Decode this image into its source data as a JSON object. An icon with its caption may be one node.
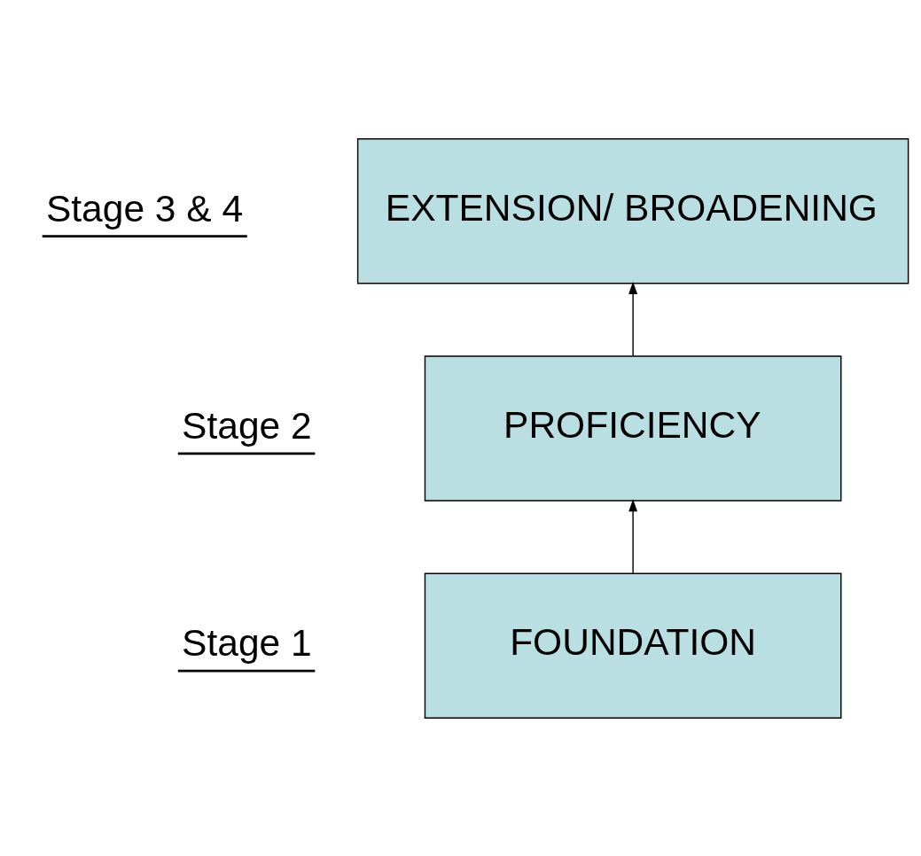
{
  "diagram": {
    "nodes": [
      {
        "text": [
          "EXTENSION/ BROADENING"
        ],
        "beside": [
          "Stage 3 & 4"
        ]
      },
      {
        "text": [
          "PROFICIENCY"
        ],
        "beside": [
          "Stage 2"
        ]
      },
      {
        "text": [
          "FOUNDATION"
        ],
        "beside": [
          "Stage 1"
        ]
      }
    ],
    "edges": [
      {
        "from": 1,
        "to": 0,
        "arrow": "to"
      },
      {
        "from": 2,
        "to": 1,
        "arrow": "to"
      }
    ]
  }
}
